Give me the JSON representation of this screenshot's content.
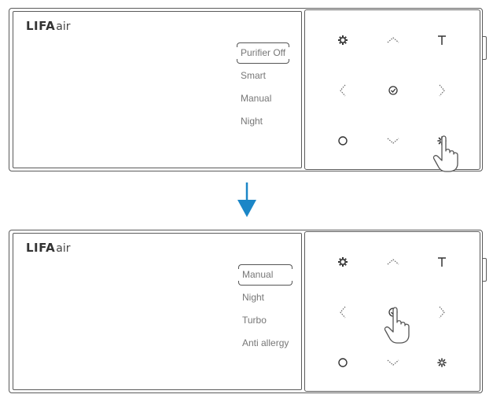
{
  "panels": [
    {
      "logo": {
        "main": "LIFA",
        "sub": "air"
      },
      "menu": [
        {
          "label": "Purifier Off",
          "selected": true
        },
        {
          "label": "Smart",
          "selected": false
        },
        {
          "label": "Manual",
          "selected": false
        },
        {
          "label": "Night",
          "selected": false
        }
      ],
      "pressed_button": "fan-icon"
    },
    {
      "logo": {
        "main": "LIFA",
        "sub": "air"
      },
      "menu": [
        {
          "label": "Manual",
          "selected": true
        },
        {
          "label": "Night",
          "selected": false
        },
        {
          "label": "Turbo",
          "selected": false
        },
        {
          "label": "Anti allergy",
          "selected": false
        }
      ],
      "pressed_button": "ok-icon"
    }
  ],
  "buttons": [
    "gear-icon",
    "up-icon",
    "timer-icon",
    "left-icon",
    "ok-icon",
    "right-icon",
    "power-icon",
    "down-icon",
    "fan-icon"
  ],
  "colors": {
    "arrow": "#1b86c7",
    "outline": "#5a5a5a"
  }
}
